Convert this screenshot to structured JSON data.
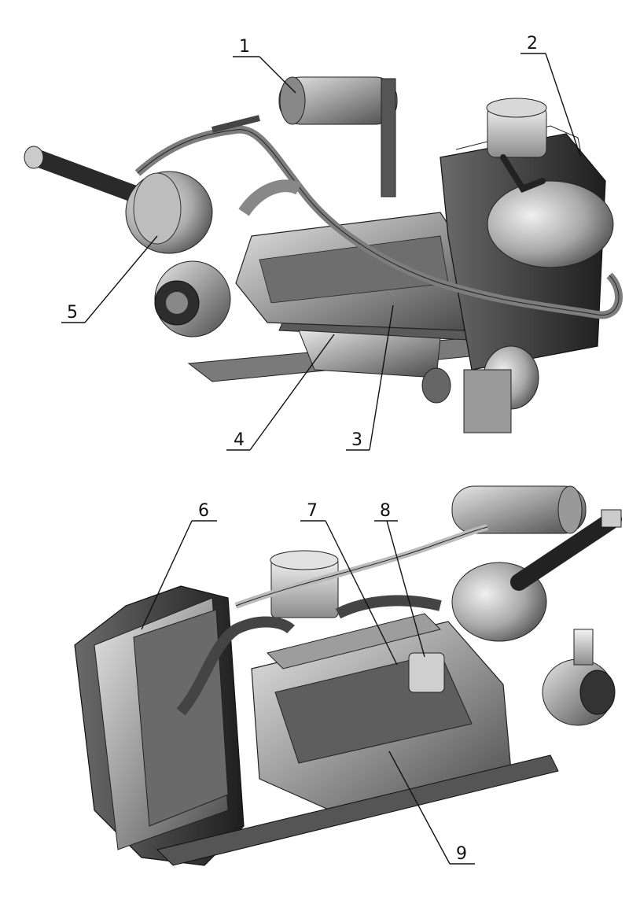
{
  "figure": {
    "top_view": {
      "callouts": [
        "1",
        "2",
        "3",
        "4",
        "5"
      ]
    },
    "bottom_view": {
      "callouts": [
        "6",
        "7",
        "8",
        "9"
      ]
    }
  }
}
